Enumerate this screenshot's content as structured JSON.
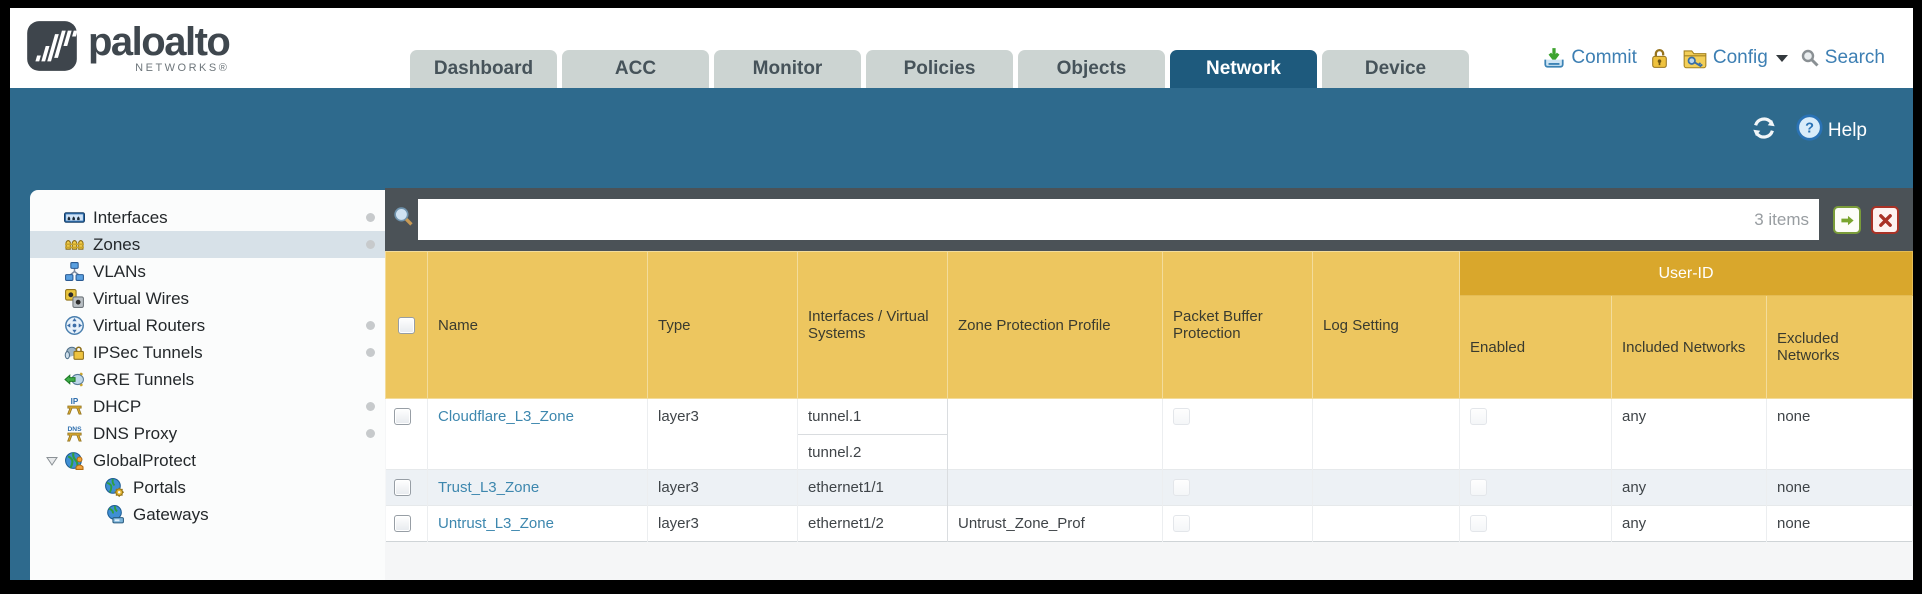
{
  "brand": {
    "name": "paloalto",
    "tagline": "NETWORKS®"
  },
  "nav": {
    "tabs": [
      {
        "label": "Dashboard",
        "active": false
      },
      {
        "label": "ACC",
        "active": false
      },
      {
        "label": "Monitor",
        "active": false
      },
      {
        "label": "Policies",
        "active": false
      },
      {
        "label": "Objects",
        "active": false
      },
      {
        "label": "Network",
        "active": true
      },
      {
        "label": "Device",
        "active": false
      }
    ],
    "actions": {
      "commit_label": "Commit",
      "config_label": "Config",
      "search_label": "Search"
    }
  },
  "toolbar": {
    "help_label": "Help"
  },
  "sidebar": {
    "items": [
      {
        "label": "Interfaces",
        "icon": "interfaces-icon",
        "dot": true
      },
      {
        "label": "Zones",
        "icon": "zones-icon",
        "dot": true,
        "selected": true
      },
      {
        "label": "VLANs",
        "icon": "vlans-icon"
      },
      {
        "label": "Virtual Wires",
        "icon": "virtual-wires-icon"
      },
      {
        "label": "Virtual Routers",
        "icon": "virtual-routers-icon",
        "dot": true
      },
      {
        "label": "IPSec Tunnels",
        "icon": "ipsec-tunnels-icon",
        "dot": true
      },
      {
        "label": "GRE Tunnels",
        "icon": "gre-tunnels-icon"
      },
      {
        "label": "DHCP",
        "icon": "dhcp-icon",
        "dot": true
      },
      {
        "label": "DNS Proxy",
        "icon": "dns-proxy-icon",
        "dot": true
      },
      {
        "label": "GlobalProtect",
        "icon": "globalprotect-icon",
        "expanded": true
      },
      {
        "label": "Portals",
        "icon": "portals-icon",
        "child": true
      },
      {
        "label": "Gateways",
        "icon": "gateways-icon",
        "child": true
      }
    ]
  },
  "filterbar": {
    "search_value": "",
    "items_count": "3 items"
  },
  "table": {
    "group_header": "User-ID",
    "columns": [
      "Name",
      "Type",
      "Interfaces / Virtual Systems",
      "Zone Protection Profile",
      "Packet Buffer Protection",
      "Log Setting"
    ],
    "user_id_columns": [
      "Enabled",
      "Included Networks",
      "Excluded Networks"
    ],
    "rows": [
      {
        "name": "Cloudflare_L3_Zone",
        "type": "layer3",
        "interfaces": [
          "tunnel.1",
          "tunnel.2"
        ],
        "zone_protection_profile": "",
        "log_setting": "",
        "included_networks": "any",
        "excluded_networks": "none"
      },
      {
        "name": "Trust_L3_Zone",
        "type": "layer3",
        "interfaces": [
          "ethernet1/1"
        ],
        "zone_protection_profile": "",
        "log_setting": "",
        "included_networks": "any",
        "excluded_networks": "none"
      },
      {
        "name": "Untrust_L3_Zone",
        "type": "layer3",
        "interfaces": [
          "ethernet1/2"
        ],
        "zone_protection_profile": "Untrust_Zone_Prof",
        "log_setting": "",
        "included_networks": "any",
        "excluded_networks": "none"
      }
    ]
  },
  "colors": {
    "teal_band": "#2e6a8d",
    "active_tab": "#1e5a7d",
    "header_amber": "#edc65f",
    "user_id_amber": "#d9a72c",
    "link_blue": "#3d87ae"
  }
}
